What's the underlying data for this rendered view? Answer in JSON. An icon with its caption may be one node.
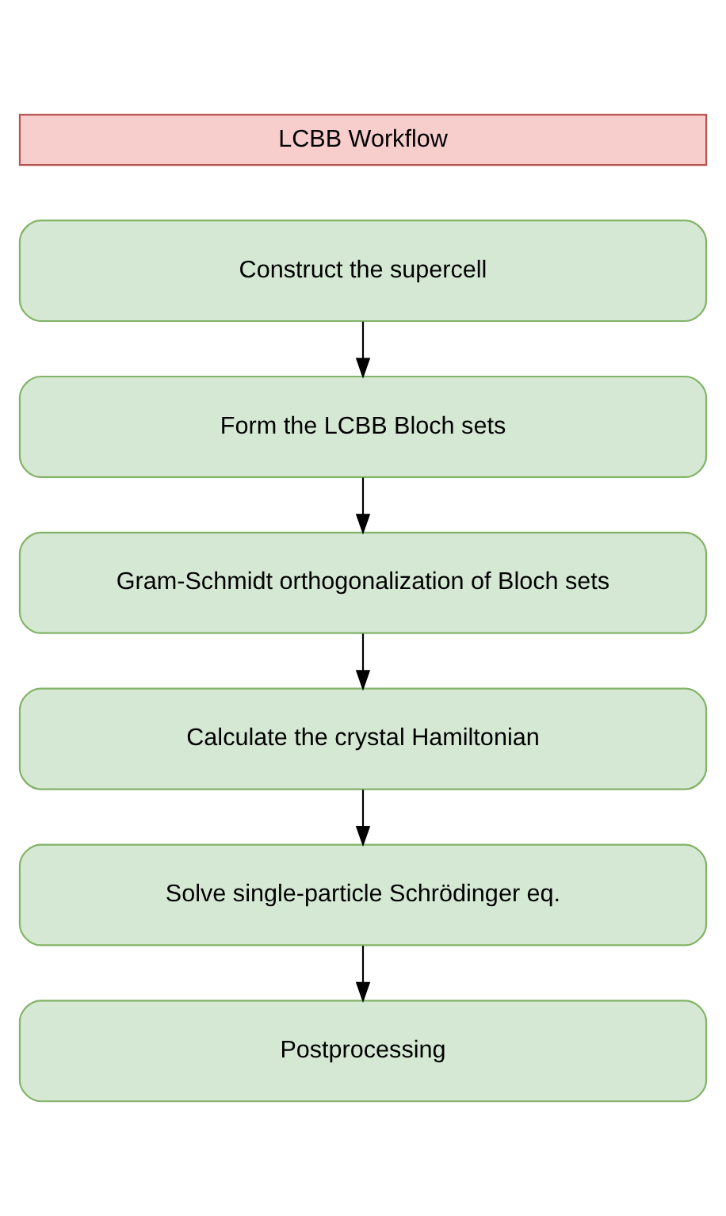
{
  "diagram": {
    "nodes": [
      {
        "text": [
          "LCBB Workflow"
        ]
      },
      {
        "text": [
          "Construct the supercell"
        ]
      },
      {
        "text": [
          "Form the LCBB Bloch sets"
        ]
      },
      {
        "text": [
          "Gram-Schmidt orthogonalization of Bloch sets"
        ]
      },
      {
        "text": [
          "Calculate the crystal Hamiltonian"
        ]
      },
      {
        "text": [
          "Solve single-particle Schrödinger eq."
        ]
      },
      {
        "text": [
          "Postprocessing"
        ]
      }
    ],
    "edges": [
      {
        "from": 1,
        "to": 2,
        "arrow": "to"
      },
      {
        "from": 2,
        "to": 3,
        "arrow": "to"
      },
      {
        "from": 3,
        "to": 4,
        "arrow": "to"
      },
      {
        "from": 4,
        "to": 5,
        "arrow": "to"
      },
      {
        "from": 5,
        "to": 6,
        "arrow": "to"
      }
    ]
  }
}
